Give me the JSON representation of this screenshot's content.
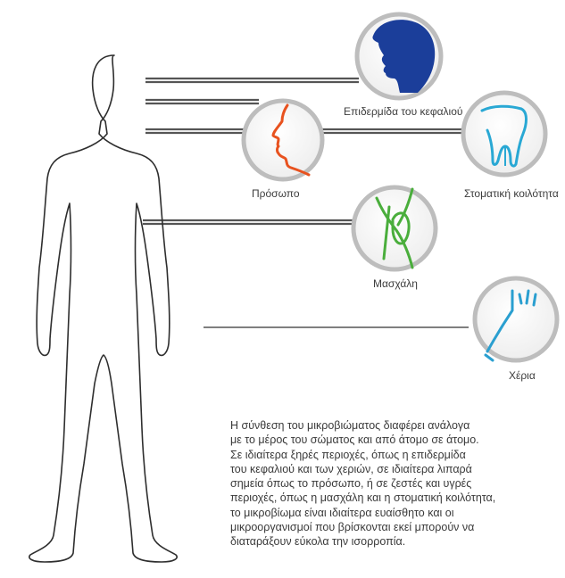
{
  "regions": [
    {
      "id": "scalp",
      "label": "Επιδερμίδα του κεφαλιού",
      "color": "#1b3e9a"
    },
    {
      "id": "face",
      "label": "Πρόσωπο",
      "color": "#e8521f"
    },
    {
      "id": "mouth",
      "label": "Στοματική κοιλότητα",
      "color": "#29a8d4"
    },
    {
      "id": "armpit",
      "label": "Μασχάλη",
      "color": "#4aae3c"
    },
    {
      "id": "hands",
      "label": "Χέρια",
      "color": "#2a9fd0"
    }
  ],
  "description": {
    "lines": [
      "Η σύνθεση του μικροβιώματος διαφέρει ανάλογα",
      "με το μέρος του σώματος και από άτομο σε άτομο.",
      "Σε ιδιαίτερα ξηρές περιοχές, όπως η επιδερμίδα",
      "του κεφαλιού και των χεριών, σε ιδιαίτερα λιπαρά",
      "σημεία όπως το πρόσωπο, ή σε ζεστές και υγρές",
      "περιοχές, όπως η μασχάλη και η στοματική κοιλότητα,",
      "το μικροβίωμα είναι ιδιαίτερα ευαίσθητο και οι",
      "μικροοργανισμοί που βρίσκονται εκεί μπορούν να",
      "διαταράξουν εύκολα την ισορροπία."
    ]
  },
  "colors": {
    "line": "#555555",
    "circle_stroke": "#bdbdbd",
    "body_stroke": "#2e2e2e"
  }
}
